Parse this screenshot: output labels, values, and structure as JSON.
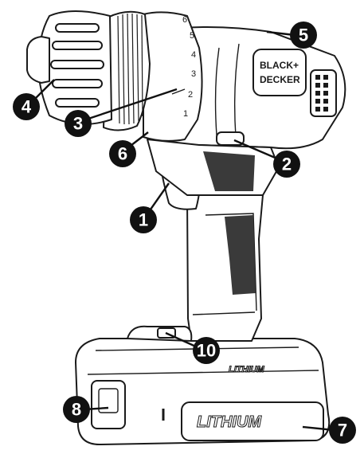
{
  "product": {
    "brand_line_1": "BLACK+",
    "brand_line_2": "DECKER",
    "battery_label_top": "LITHIUM",
    "battery_label_front": "LITHIUM",
    "torque_dial_numbers": [
      "1",
      "2",
      "3",
      "4",
      "5",
      "6"
    ]
  },
  "callouts": [
    {
      "number": "1"
    },
    {
      "number": "2"
    },
    {
      "number": "3"
    },
    {
      "number": "4"
    },
    {
      "number": "5"
    },
    {
      "number": "6"
    },
    {
      "number": "7"
    },
    {
      "number": "8"
    },
    {
      "number": "10"
    }
  ],
  "colors": {
    "outline": "#1a1a1a",
    "callout_fill": "#111111",
    "callout_text": "#ffffff",
    "background": "#ffffff"
  }
}
